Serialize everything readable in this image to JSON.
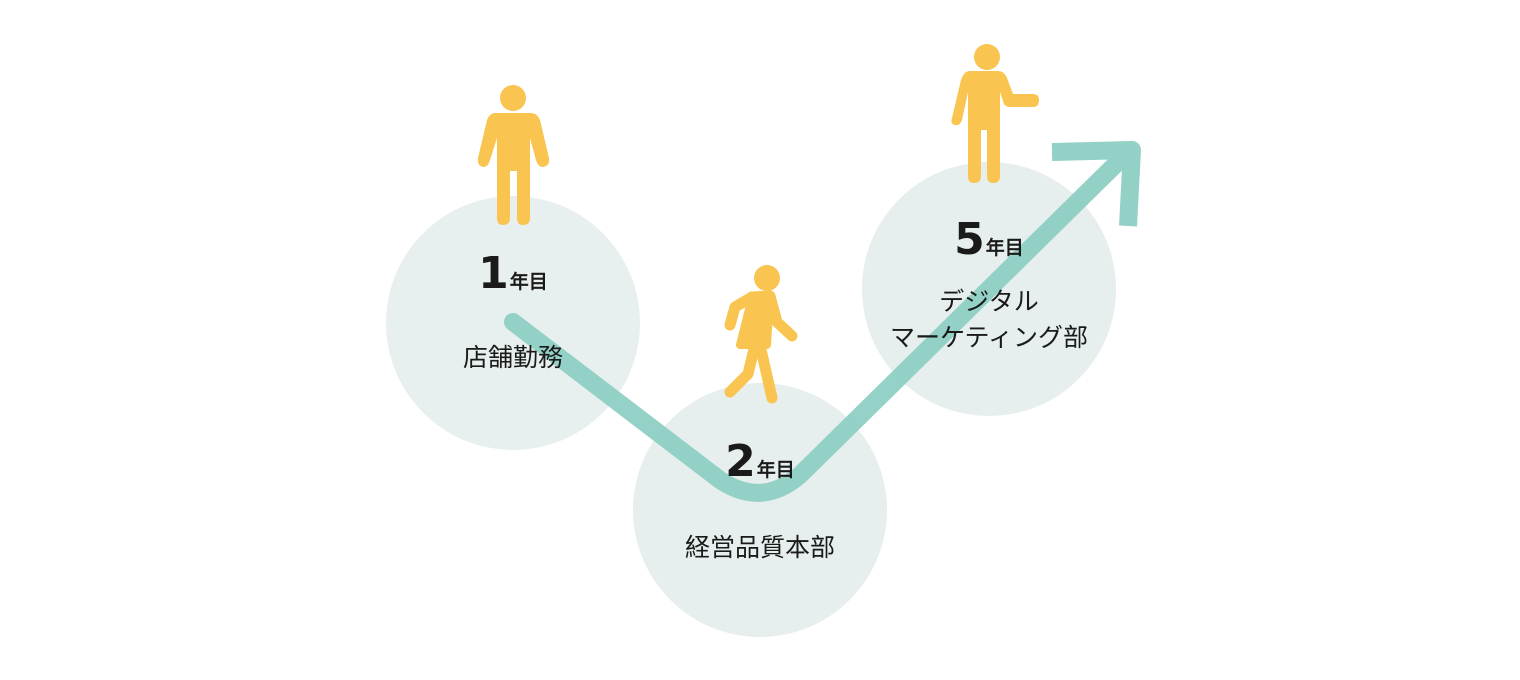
{
  "colors": {
    "circle": "#e6efee",
    "arrow": "#8ecfc4",
    "person": "#f9c44f",
    "text": "#1a1a1a"
  },
  "steps": [
    {
      "year_num": "1",
      "year_unit": "年目",
      "label": "店舗勤務",
      "icon": "person-standing-icon"
    },
    {
      "year_num": "2",
      "year_unit": "年目",
      "label": "経営品質本部",
      "icon": "person-walking-icon"
    },
    {
      "year_num": "5",
      "year_unit": "年目",
      "label_line1": "デジタル",
      "label_line2": "マーケティング部",
      "icon": "person-pointing-icon"
    }
  ]
}
